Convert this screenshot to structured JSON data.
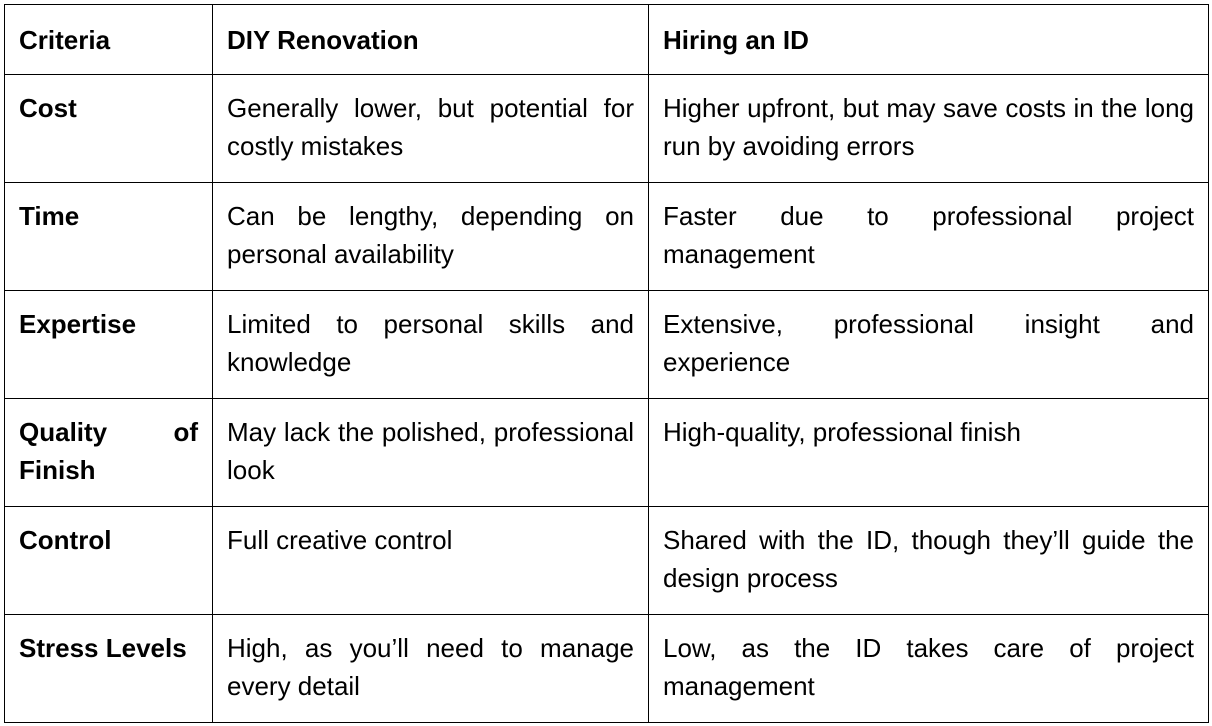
{
  "table": {
    "headers": [
      "Criteria",
      "DIY Renovation",
      "Hiring an ID"
    ],
    "rows": [
      {
        "criterion": "Cost",
        "diy": "Generally lower, but potential for costly mistakes",
        "id": "Higher upfront, but may save costs in the long run by avoiding errors"
      },
      {
        "criterion": "Time",
        "diy": "Can be lengthy, depending on personal availability",
        "id": "Faster due to professional project management"
      },
      {
        "criterion": "Expertise",
        "diy": "Limited to personal skills and knowledge",
        "id": "Extensive, professional insight and experience"
      },
      {
        "criterion": "Quality of Finish",
        "diy": "May lack the polished, professional look",
        "id": "High-quality, professional finish"
      },
      {
        "criterion": "Control",
        "diy": "Full creative control",
        "id": "Shared with the ID, though they’ll guide the design process"
      },
      {
        "criterion": "Stress Levels",
        "diy": "High, as you’ll need to manage every detail",
        "id": "Low, as the ID takes care of project management"
      }
    ]
  }
}
